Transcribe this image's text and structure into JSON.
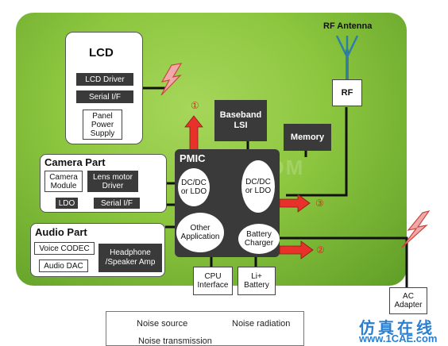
{
  "lcd": {
    "title": "LCD",
    "driver": "LCD Driver",
    "serial": "Serial I/F",
    "power": "Panel Power Supply"
  },
  "camera": {
    "title": "Camera Part",
    "module": "Camera Module",
    "lens": "Lens motor Driver",
    "ldo": "LDO",
    "serial": "Serial I/F"
  },
  "audio": {
    "title": "Audio Part",
    "codec": "Voice CODEC",
    "dac": "Audio DAC",
    "amp": "Headphone /Speaker Amp"
  },
  "pmic": {
    "title": "PMIC",
    "dcdc1": "DC/DC or LDO",
    "dcdc2": "DC/DC or LDO",
    "other": "Other Application",
    "charger": "Battery Charger"
  },
  "baseband": "Baseband LSI",
  "memory": "Memory",
  "rf": {
    "antenna": "RF Antenna",
    "label": "RF"
  },
  "cpu": "CPU Interface",
  "battery": "Li+ Battery",
  "adapter": "AC Adapter",
  "markers": {
    "m1": "①",
    "m2": "②",
    "m3": "③"
  },
  "legend": {
    "source": "Noise source",
    "radiation": "Noise radiation",
    "transmission": "Noise transmission"
  },
  "watermark": {
    "cn": "仿真在线",
    "url": "www.1CAE.com",
    "ghost": "1CAE.COM"
  },
  "colors": {
    "board": "#8cc63f",
    "dark": "#3a3a3a",
    "arrow": "#e8312a",
    "noise": "#d9323a"
  }
}
